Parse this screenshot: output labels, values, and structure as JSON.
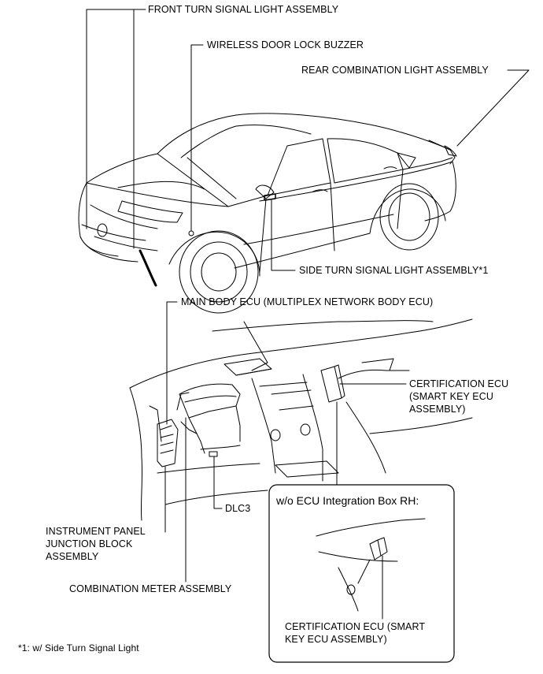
{
  "labels": {
    "front_turn": "FRONT TURN SIGNAL LIGHT ASSEMBLY",
    "door_buzzer": "WIRELESS DOOR LOCK BUZZER",
    "rear_combo": "REAR COMBINATION LIGHT ASSEMBLY",
    "side_turn": "SIDE TURN SIGNAL LIGHT ASSEMBLY*1",
    "main_body_ecu": "MAIN BODY ECU (MULTIPLEX NETWORK BODY ECU)",
    "cert_ecu_line1": "CERTIFICATION ECU",
    "cert_ecu_line2": "(SMART KEY ECU",
    "cert_ecu_line3": "ASSEMBLY)",
    "dlc3": "DLC3",
    "ip_jb_line1": "INSTRUMENT PANEL",
    "ip_jb_line2": "JUNCTION BLOCK",
    "ip_jb_line3": "ASSEMBLY",
    "combo_meter": "COMBINATION METER ASSEMBLY",
    "inset_title": "w/o ECU Integration Box RH:",
    "inset_cert_line1": "CERTIFICATION ECU (SMART",
    "inset_cert_line2": "KEY ECU ASSEMBLY)",
    "footnote": "*1: w/ Side Turn Signal Light"
  }
}
